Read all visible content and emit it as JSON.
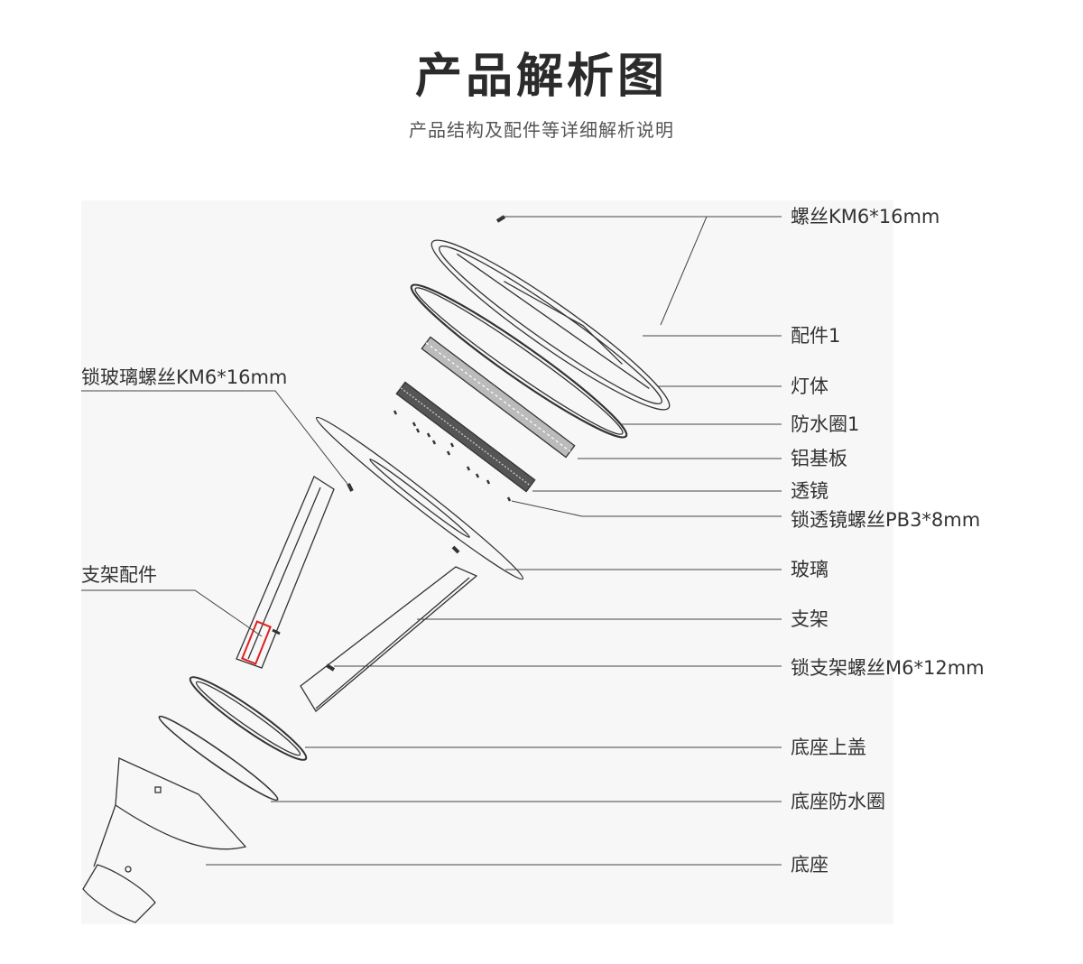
{
  "header": {
    "title": "产品解析图",
    "subtitle": "产品结构及配件等详细解析说明"
  },
  "labels": {
    "screw_km6_16": "螺丝KM6*16mm",
    "part_1": "配件1",
    "lamp_body": "灯体",
    "waterproof_ring_1": "防水圈1",
    "aluminum_board": "铝基板",
    "lens": "透镜",
    "lens_screw": "锁透镜螺丝PB3*8mm",
    "glass": "玻璃",
    "bracket": "支架",
    "bracket_screw": "锁支架螺丝M6*12mm",
    "base_top_cover": "底座上盖",
    "base_waterproof_ring": "底座防水圈",
    "base": "底座",
    "glass_screw": "锁玻璃螺丝KM6*16mm",
    "bracket_part": "支架配件"
  },
  "colors": {
    "line": "#333333",
    "highlight": "#e02020",
    "panel": "#f7f7f7"
  }
}
